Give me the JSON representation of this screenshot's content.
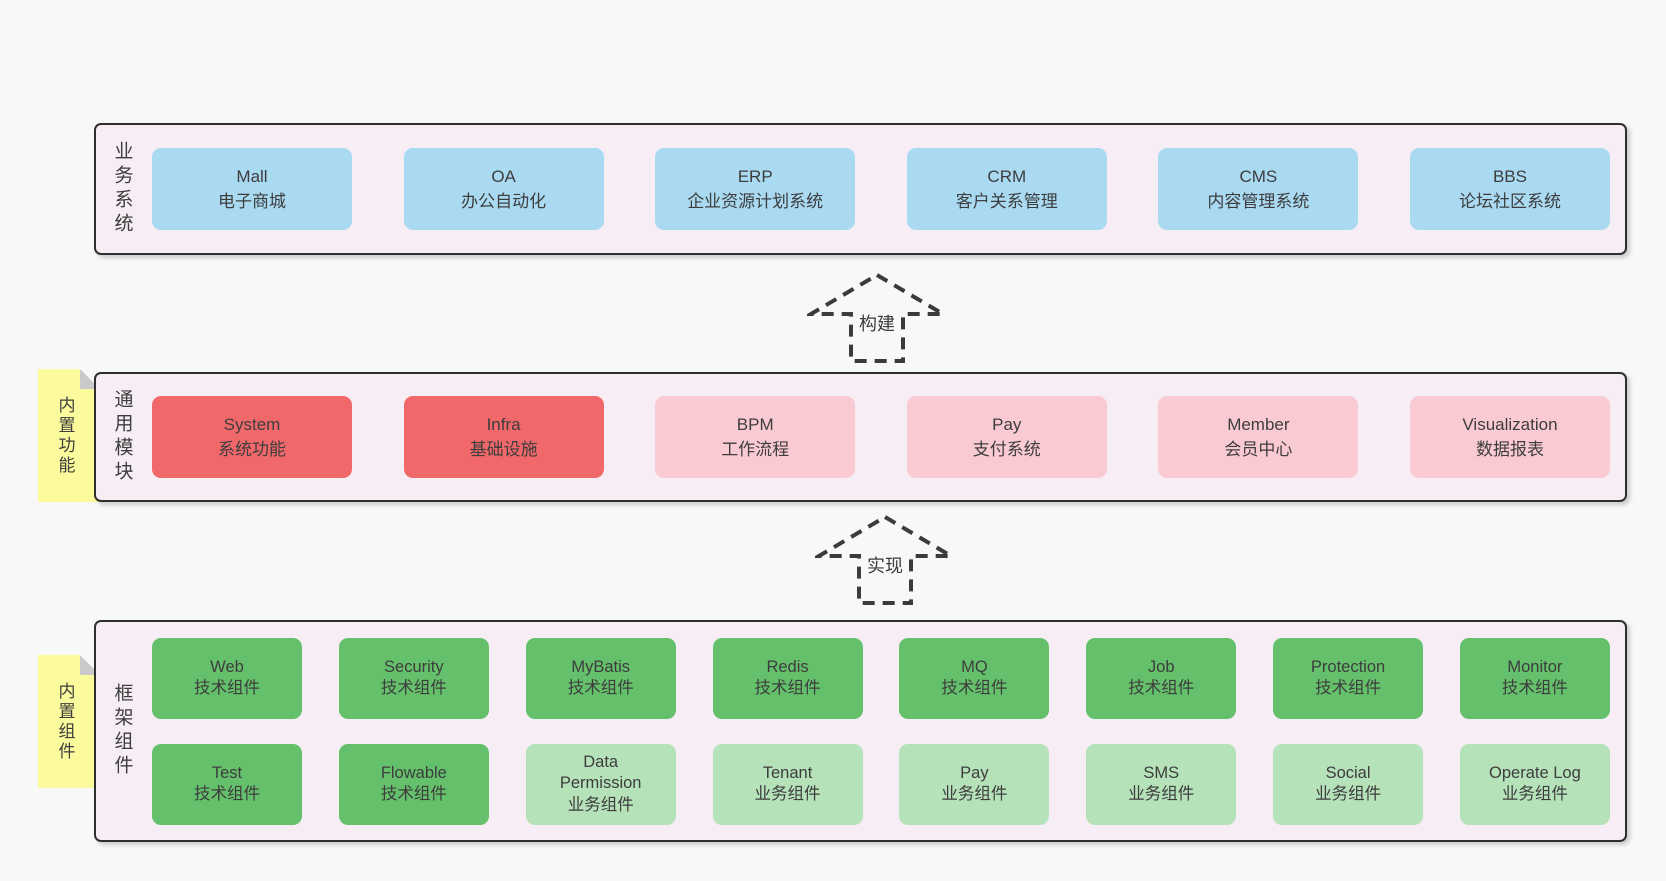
{
  "colors": {
    "page_bg": "#f8f8f8",
    "container_bg": "#f7edf4",
    "container_border": "#2f2f2f",
    "text": "#3d3d3d",
    "arrow_dash": "#3b3b3b",
    "note_bg": "#fbfb9e",
    "note_fold": "#c9c9c9",
    "variants": {
      "blue": "#a9daf2",
      "red": "#f1686b",
      "pink": "#facad3",
      "green": "#65c06b",
      "lightgreen": "#b6e2ba"
    }
  },
  "arrows": [
    {
      "label": "构建"
    },
    {
      "label": "实现"
    }
  ],
  "layers": [
    {
      "label": "业务系统",
      "boxes": [
        {
          "name": "Mall",
          "desc": "电子商城",
          "variant": "blue"
        },
        {
          "name": "OA",
          "desc": "办公自动化",
          "variant": "blue"
        },
        {
          "name": "ERP",
          "desc": "企业资源计划系统",
          "variant": "blue"
        },
        {
          "name": "CRM",
          "desc": "客户关系管理",
          "variant": "blue"
        },
        {
          "name": "CMS",
          "desc": "内容管理系统",
          "variant": "blue"
        },
        {
          "name": "BBS",
          "desc": "论坛社区系统",
          "variant": "blue"
        }
      ]
    },
    {
      "label": "通用模块",
      "note": "内置功能",
      "boxes": [
        {
          "name": "System",
          "desc": "系统功能",
          "variant": "red"
        },
        {
          "name": "Infra",
          "desc": "基础设施",
          "variant": "red"
        },
        {
          "name": "BPM",
          "desc": "工作流程",
          "variant": "pink"
        },
        {
          "name": "Pay",
          "desc": "支付系统",
          "variant": "pink"
        },
        {
          "name": "Member",
          "desc": "会员中心",
          "variant": "pink"
        },
        {
          "name": "Visualization",
          "desc": "数据报表",
          "variant": "pink"
        }
      ]
    },
    {
      "label": "框架组件",
      "note": "内置组件",
      "rows": [
        [
          {
            "name": "Web",
            "desc": "技术组件",
            "variant": "green"
          },
          {
            "name": "Security",
            "desc": "技术组件",
            "variant": "green"
          },
          {
            "name": "MyBatis",
            "desc": "技术组件",
            "variant": "green"
          },
          {
            "name": "Redis",
            "desc": "技术组件",
            "variant": "green"
          },
          {
            "name": "MQ",
            "desc": "技术组件",
            "variant": "green"
          },
          {
            "name": "Job",
            "desc": "技术组件",
            "variant": "green"
          },
          {
            "name": "Protection",
            "desc": "技术组件",
            "variant": "green"
          },
          {
            "name": "Monitor",
            "desc": "技术组件",
            "variant": "green"
          }
        ],
        [
          {
            "name": "Test",
            "desc": "技术组件",
            "variant": "green"
          },
          {
            "name": "Flowable",
            "desc": "技术组件",
            "variant": "green"
          },
          {
            "name": "Data Permission",
            "desc": "业务组件",
            "variant": "lightgreen"
          },
          {
            "name": "Tenant",
            "desc": "业务组件",
            "variant": "lightgreen"
          },
          {
            "name": "Pay",
            "desc": "业务组件",
            "variant": "lightgreen"
          },
          {
            "name": "SMS",
            "desc": "业务组件",
            "variant": "lightgreen"
          },
          {
            "name": "Social",
            "desc": "业务组件",
            "variant": "lightgreen"
          },
          {
            "name": "Operate Log",
            "desc": "业务组件",
            "variant": "lightgreen"
          }
        ]
      ]
    }
  ]
}
